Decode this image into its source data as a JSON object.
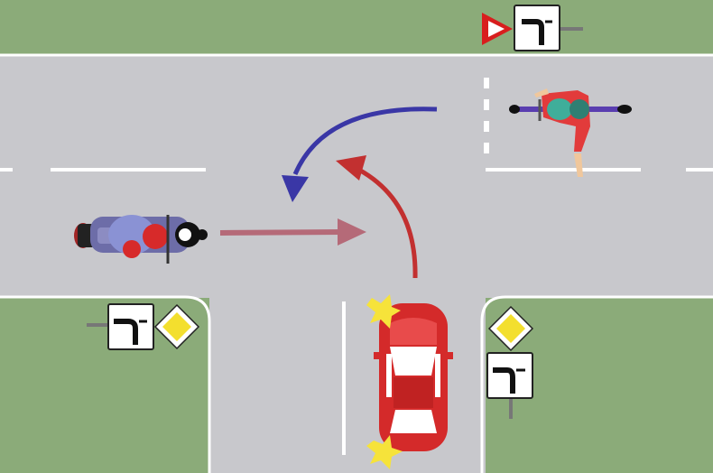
{
  "scene": {
    "colors": {
      "grass": "#8bab79",
      "road": "#c8c8cc",
      "road_edge": "#ffffff",
      "lane_marking": "#ffffff",
      "arrow_blue": "#3a37a6",
      "arrow_red": "#c23030",
      "arrow_pink": "#b56a78",
      "car_body": "#d42a2a",
      "turn_signal": "#f6e33a",
      "sign_yellow": "#f3df2e",
      "sign_red": "#d81e1e"
    },
    "signs": [
      {
        "kind": "yield",
        "icon": "yield-sign-icon"
      },
      {
        "kind": "priority-road-direction",
        "icon": "priority-road-direction-sign-icon"
      },
      {
        "kind": "priority-road",
        "icon": "priority-road-sign-icon"
      }
    ],
    "vehicles": [
      {
        "kind": "bicycle",
        "icon": "cyclist-icon"
      },
      {
        "kind": "motorcycle",
        "icon": "motorcyclist-icon"
      },
      {
        "kind": "car",
        "icon": "red-car-icon",
        "turn_signal": "left"
      }
    ]
  }
}
